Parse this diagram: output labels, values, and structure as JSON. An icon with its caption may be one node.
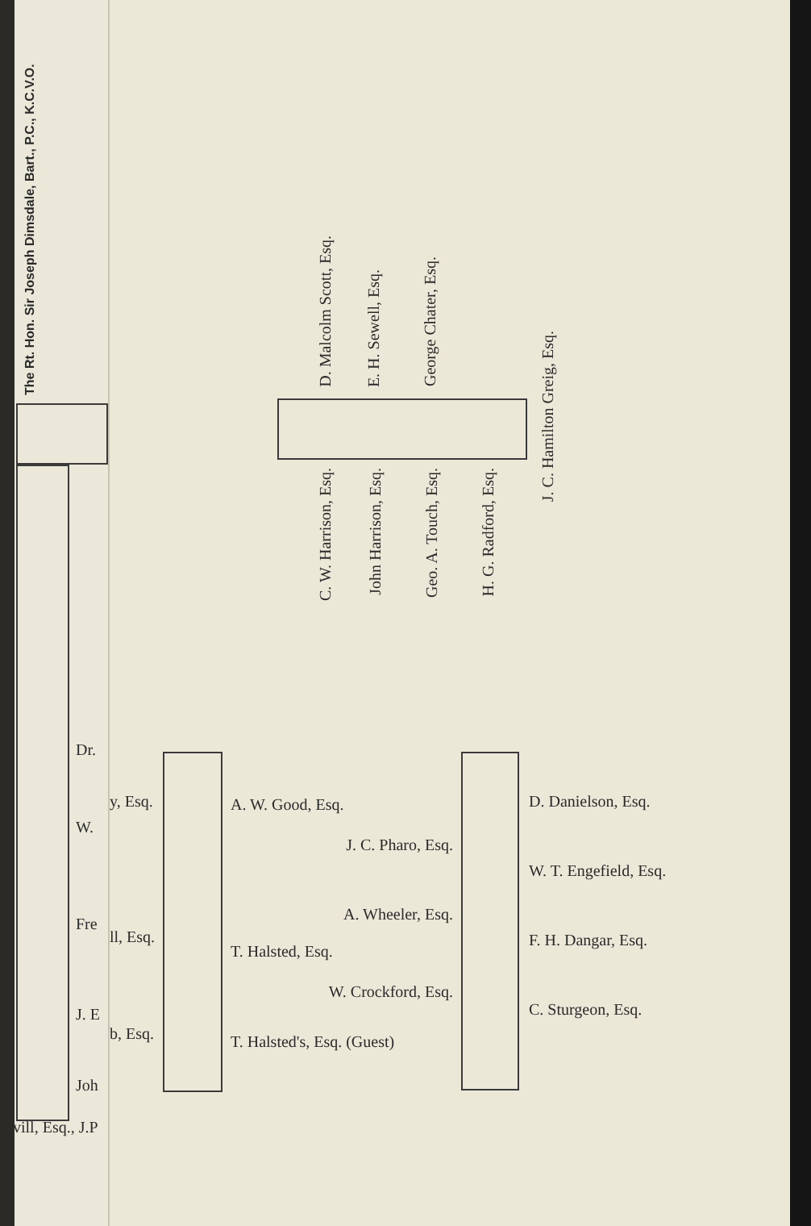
{
  "diagram": {
    "nodes": [
      {
        "text": [],
        "shape": "box",
        "beside": [
          "The Rt. Hon. Sir Joseph Dimsdale, Bart., P.C., K.C.V.O."
        ]
      },
      {
        "text": [],
        "shape": "box",
        "beside": [
          "Dr.",
          "W.",
          "Fre",
          "J. E",
          "Joh",
          "vill, Esq., J.P"
        ]
      },
      {
        "text": [],
        "shape": "box",
        "beside": [
          "D. Malcolm Scott, Esq.",
          "E. H. Sewell, Esq.",
          "George Chater, Esq.",
          "C. W. Harrison, Esq.",
          "John Harrison, Esq.",
          "Geo. A. Touch, Esq.",
          "H. G. Radford, Esq.",
          "J. C. Hamilton Greig, Esq."
        ]
      },
      {
        "text": [],
        "shape": "box",
        "beside": [
          "y, Esq.",
          "ll, Esq.",
          "b, Esq.",
          "A. W. Good, Esq.",
          "T. Halsted, Esq.",
          "T. Halsted's, Esq. (Guest)"
        ]
      },
      {
        "text": [],
        "shape": "box",
        "beside": [
          "J. C. Pharo, Esq.",
          "A. Wheeler, Esq.",
          "W. Crockford, Esq.",
          "D. Danielson, Esq.",
          "W. T. Engefield, Esq.",
          "F. H. Dangar, Esq.",
          "C. Sturgeon, Esq."
        ]
      }
    ]
  }
}
